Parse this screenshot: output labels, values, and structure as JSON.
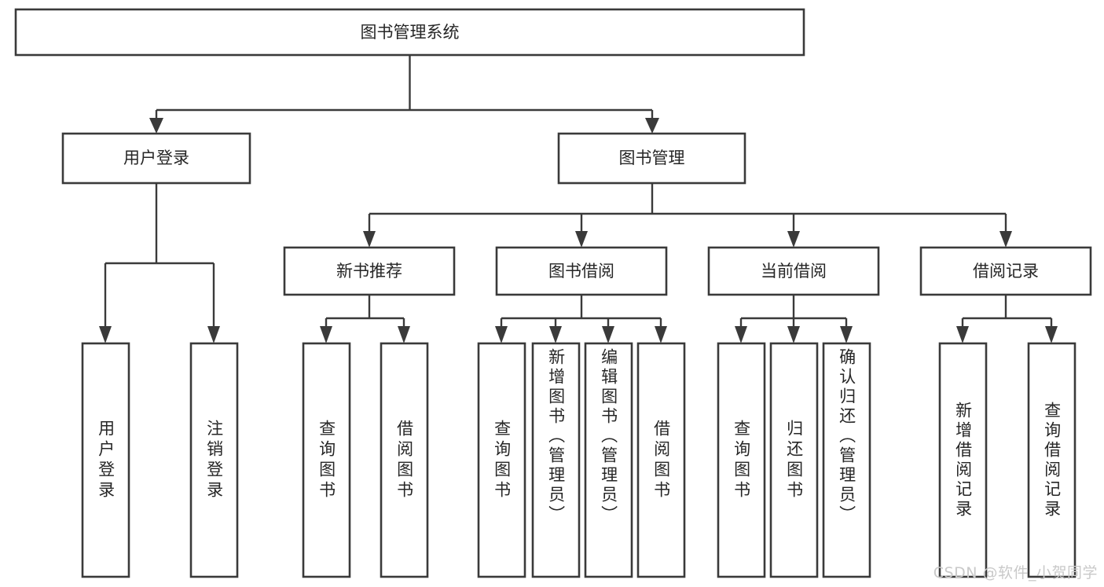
{
  "diagram": {
    "type": "tree-hierarchy",
    "title": "图书管理系统",
    "watermark": "CSDN @软件_小贺同学",
    "colors": {
      "stroke": "#3a3a3a",
      "box_fill": "#ffffff",
      "text": "#262626",
      "background": "#ffffff",
      "watermark": "#c9c9c9"
    },
    "root": {
      "id": "root",
      "label": "图书管理系统",
      "orientation": "horizontal"
    },
    "level2": [
      {
        "id": "user-login",
        "label": "用户登录",
        "orientation": "horizontal"
      },
      {
        "id": "book-manage",
        "label": "图书管理",
        "orientation": "horizontal"
      }
    ],
    "level3": [
      {
        "id": "new-book-recommend",
        "label": "新书推荐",
        "parent": "book-manage",
        "orientation": "horizontal"
      },
      {
        "id": "book-borrow",
        "label": "图书借阅",
        "parent": "book-manage",
        "orientation": "horizontal"
      },
      {
        "id": "current-borrow",
        "label": "当前借阅",
        "parent": "book-manage",
        "orientation": "horizontal"
      },
      {
        "id": "borrow-record",
        "label": "借阅记录",
        "parent": "book-manage",
        "orientation": "horizontal"
      }
    ],
    "leaves": [
      {
        "id": "leaf-user-login",
        "label": "用户登录",
        "parent": "user-login",
        "orientation": "vertical"
      },
      {
        "id": "leaf-logout-login",
        "label": "注销登录",
        "parent": "user-login",
        "orientation": "vertical"
      },
      {
        "id": "leaf-query-book-1",
        "label": "查询图书",
        "parent": "new-book-recommend",
        "orientation": "vertical"
      },
      {
        "id": "leaf-borrow-book-1",
        "label": "借阅图书",
        "parent": "new-book-recommend",
        "orientation": "vertical"
      },
      {
        "id": "leaf-query-book-2",
        "label": "查询图书",
        "parent": "book-borrow",
        "orientation": "vertical"
      },
      {
        "id": "leaf-add-book",
        "label": "新增图书（管理员）",
        "parent": "book-borrow",
        "orientation": "vertical"
      },
      {
        "id": "leaf-edit-book",
        "label": "编辑图书（管理员）",
        "parent": "book-borrow",
        "orientation": "vertical"
      },
      {
        "id": "leaf-borrow-book-2",
        "label": "借阅图书",
        "parent": "book-borrow",
        "orientation": "vertical"
      },
      {
        "id": "leaf-query-book-3",
        "label": "查询图书",
        "parent": "current-borrow",
        "orientation": "vertical"
      },
      {
        "id": "leaf-return-book",
        "label": "归还图书",
        "parent": "current-borrow",
        "orientation": "vertical"
      },
      {
        "id": "leaf-confirm-return",
        "label": "确认归还（管理员）",
        "parent": "current-borrow",
        "orientation": "vertical"
      },
      {
        "id": "leaf-add-record",
        "label": "新增借阅记录",
        "parent": "borrow-record",
        "orientation": "vertical"
      },
      {
        "id": "leaf-query-record",
        "label": "查询借阅记录",
        "parent": "borrow-record",
        "orientation": "vertical"
      }
    ]
  }
}
